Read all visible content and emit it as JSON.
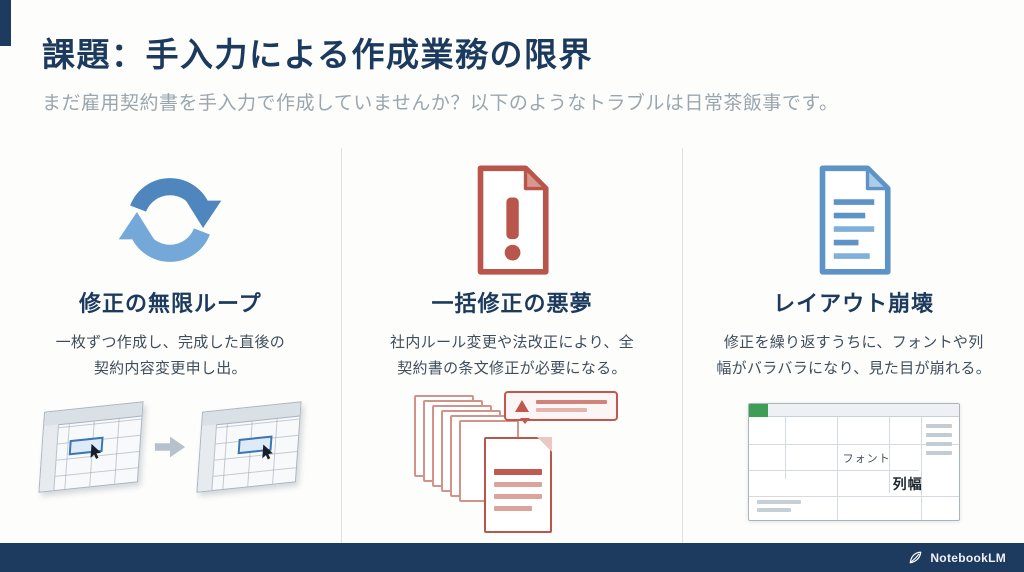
{
  "slide": {
    "title": "課題：手入力による作成業務の限界",
    "subtitle": "まだ雇用契約書を手入力で作成していませんか？以下のようなトラブルは日常茶飯事です。"
  },
  "columns": [
    {
      "icon": "sync-loop-icon",
      "heading": "修正の無限ループ",
      "body_line1": "一枚ずつ作成し、完成した直後の",
      "body_line2": "契約内容変更申し出。"
    },
    {
      "icon": "alert-document-icon",
      "heading": "一括修正の悪夢",
      "body_line1": "社内ルール変更や法改正により、全",
      "body_line2": "契約書の条文修正が必要になる。"
    },
    {
      "icon": "document-text-icon",
      "heading": "レイアウト崩壊",
      "body_line1": "修正を繰り返すうちに、フォントや列",
      "body_line2": "幅がバラバラになり、見た目が崩れる。",
      "annotations": {
        "font_label": "フォント",
        "column_width_label": "列幅"
      }
    }
  ],
  "footer": {
    "brand": "NotebookLM"
  },
  "colors": {
    "navy": "#1d3a5f",
    "blue_icon_dark": "#4e86bd",
    "blue_icon_light": "#74a8d8",
    "red_icon": "#b9564b",
    "subtitle_gray": "#9aa6ae",
    "body_text": "#3f4e5c",
    "divider": "#dde2e7",
    "green_cell": "#3f9e55"
  }
}
